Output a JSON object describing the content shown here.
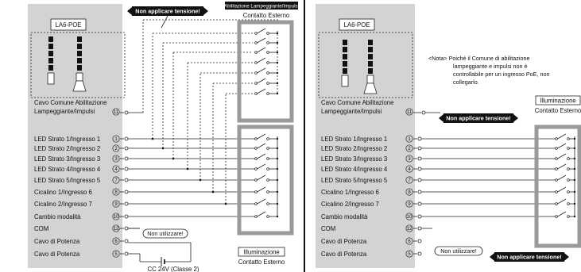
{
  "left": {
    "model": "LA6-POE",
    "common_label_1": "Cavo Comune Abilitazione",
    "common_label_2": "Lampeggiante/Impulsi",
    "common_num": "11",
    "rows": [
      {
        "label": "LED Strato 1/Ingresso 1",
        "num": "1"
      },
      {
        "label": "LED Strato 2/Ingresso 2",
        "num": "2"
      },
      {
        "label": "LED Strato 3/Ingresso 3",
        "num": "3"
      },
      {
        "label": "LED Strato 4/Ingresso 4",
        "num": "4"
      },
      {
        "label": "LED Strato 5/Ingresso 5",
        "num": "7"
      },
      {
        "label": "Cicalino 1/Ingresso 6",
        "num": "8"
      },
      {
        "label": "Cicalino 2/Ingresso 7",
        "num": "9"
      },
      {
        "label": "Cambio modalità",
        "num": "10"
      },
      {
        "label": "COM",
        "num": "12"
      },
      {
        "label": "Cavo di Potenza",
        "num": "6"
      },
      {
        "label": "Cavo di Potenza",
        "num": "5"
      }
    ],
    "warning": "Non applicare tensione!",
    "not_used": "Non utilizzare!",
    "flash_box_title": "Abilitazione Lampeggiante/Impulsi",
    "flash_box_sub": "Contatto Esterno",
    "illum_title": "Illuminazione",
    "illum_sub": "Contatto Esterno",
    "supply": "CC 24V (Classe 2)"
  },
  "right": {
    "model": "LA6-POE",
    "note": [
      "<Nota> Poiché il Comune di abilitazione",
      "lampeggiante e impulsi non è",
      "controllabile per un ingresso PoE, non",
      "collegarlo."
    ],
    "warning_1": "Non applicare tensione!",
    "warning_2": "Non applicare tensione!",
    "not_used": "Non utilizzare!",
    "illum_title": "Illuminazione",
    "illum_sub": "Contatto Esterno"
  }
}
